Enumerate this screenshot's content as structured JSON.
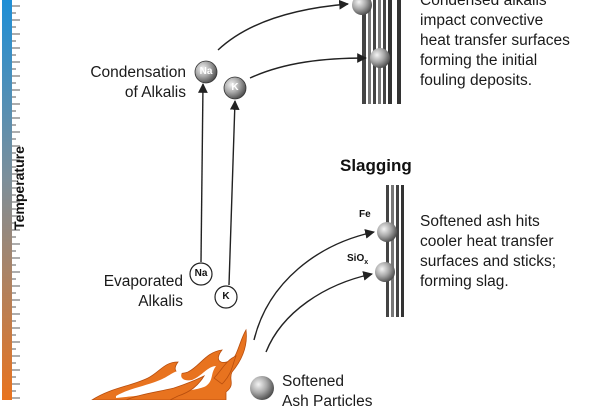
{
  "axis": {
    "label": "Temperature"
  },
  "fouling_text": [
    "Condensed alkalis",
    "impact convective",
    "heat transfer surfaces",
    "forming the initial",
    "fouling deposits."
  ],
  "condensation": {
    "line1": "Condensation",
    "line2": "of Alkalis",
    "na": "Na",
    "k": "K"
  },
  "evaporated": {
    "line1": "Evaporated",
    "line2": "Alkalis",
    "na": "Na",
    "k": "K"
  },
  "slagging": {
    "heading": "Slagging",
    "fe_label": "Fe",
    "sio_label": "SiO",
    "sio_sub": "x",
    "text": [
      "Softened ash hits",
      "cooler heat transfer",
      "surfaces and sticks;",
      "forming slag."
    ]
  },
  "softened": {
    "line1": "Softened",
    "line2": "Ash Particles"
  },
  "colors": {
    "scale_top": "#1f8fd6",
    "scale_bottom": "#e8731f",
    "flame": "#e8731f",
    "line": "#222222"
  }
}
